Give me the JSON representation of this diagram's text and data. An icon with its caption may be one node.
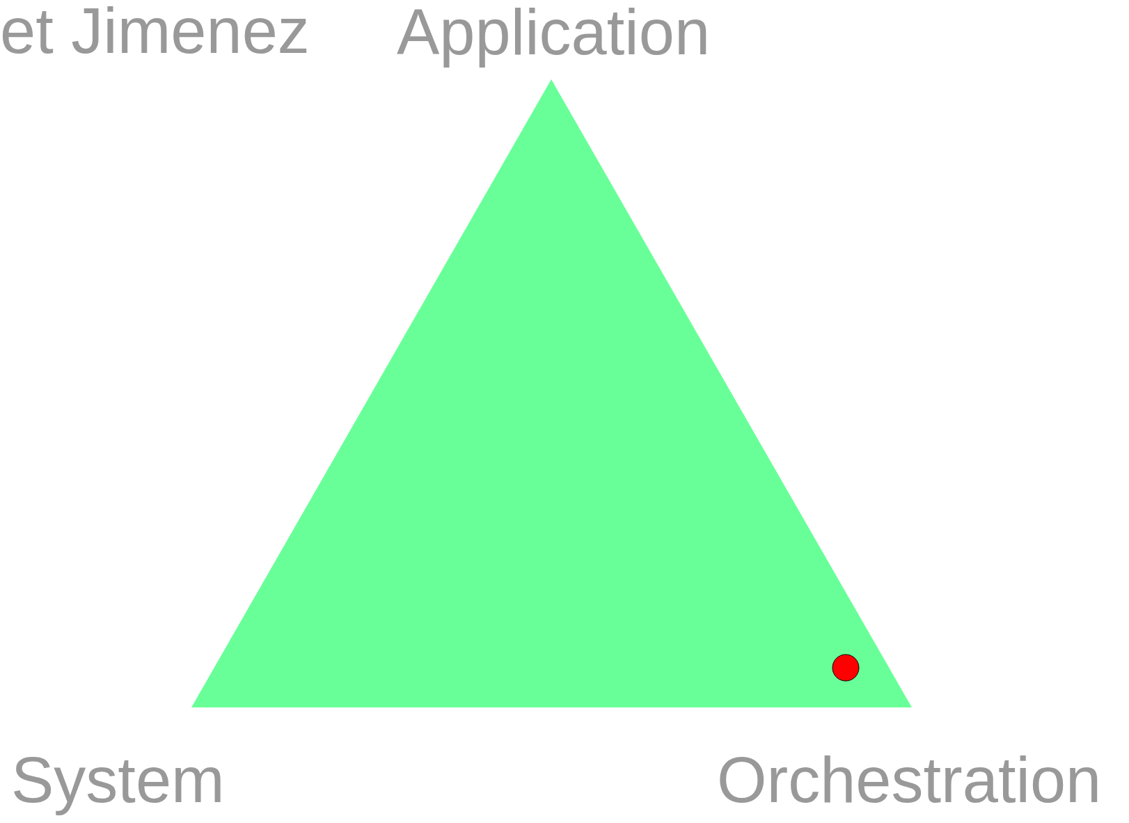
{
  "diagram": {
    "labels": [
      "et Jimenez",
      "Application",
      "System",
      "Orchestration"
    ]
  }
}
